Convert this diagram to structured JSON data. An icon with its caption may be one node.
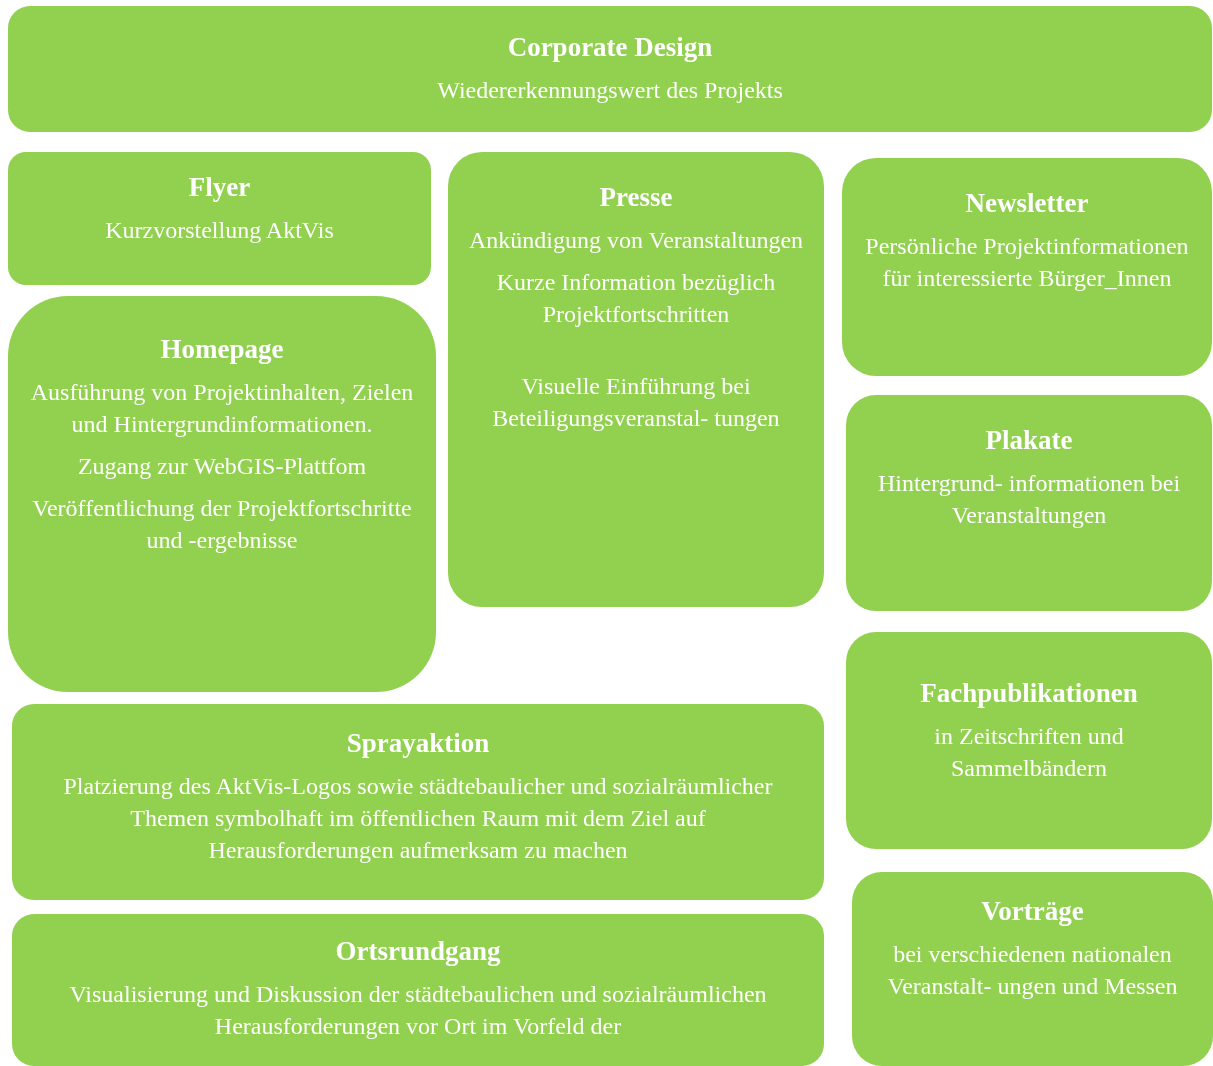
{
  "diagram": {
    "nodes": [
      {
        "text": [
          "Corporate Design",
          "Wiedererkennungswert des Projekts"
        ]
      },
      {
        "text": [
          "Flyer",
          "Kurzvorstellung AktVis"
        ]
      },
      {
        "text": [
          "Presse",
          "Ankündigung von Veranstaltungen",
          "Kurze Information bezüglich Projektfortschritten",
          "Visuelle Einführung bei Beteiligungsveranstal- tungen"
        ]
      },
      {
        "text": [
          "Newsletter",
          "Persönliche Projektinformationen für interessierte Bürger_Innen"
        ]
      },
      {
        "text": [
          "Homepage",
          "Ausführung von Projektinhalten, Zielen und Hintergrundinformationen.",
          "Zugang zur WebGIS-Plattfom",
          "Veröffentlichung der Projektfortschritte und -ergebnisse"
        ]
      },
      {
        "text": [
          "Plakate",
          "Hintergrund- informationen bei Veranstaltungen"
        ]
      },
      {
        "text": [
          "Fachpublikationen",
          "in Zeitschriften und Sammelbändern"
        ]
      },
      {
        "text": [
          "Sprayaktion",
          "Platzierung des AktVis-Logos sowie städtebaulicher und sozialräumlicher Themen symbolhaft im öffentlichen Raum mit dem Ziel auf Herausforderungen aufmerksam zu machen"
        ]
      },
      {
        "text": [
          "Vorträge",
          "bei verschiedenen nationalen Veranstalt- ungen und Messen"
        ]
      },
      {
        "text": [
          "Ortsrundgang",
          "Visualisierung und Diskussion der städtebaulichen und sozialräumlichen Herausforderungen vor Ort im Vorfeld der"
        ]
      }
    ],
    "edges": []
  }
}
